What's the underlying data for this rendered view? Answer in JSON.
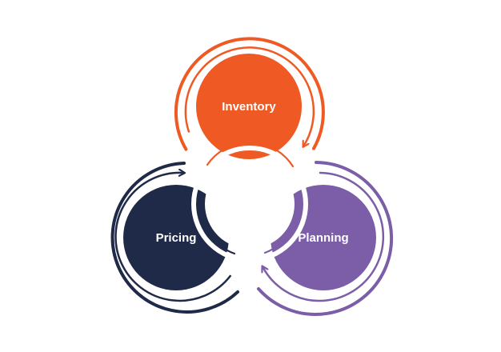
{
  "diagram": {
    "nodes": [
      {
        "id": "inventory",
        "label": "Inventory",
        "color": "#EF5A24"
      },
      {
        "id": "pricing",
        "label": "Pricing",
        "color": "#1F2A48"
      },
      {
        "id": "planning",
        "label": "Planning",
        "color": "#7B5EA7"
      }
    ],
    "center_color": "#FFFFFF",
    "background": "#FFFFFF"
  }
}
